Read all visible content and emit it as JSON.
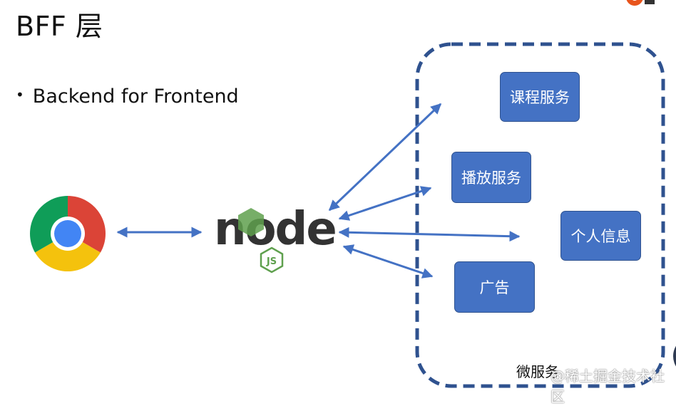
{
  "title": "BFF 层",
  "bullet": "Backend for Frontend",
  "services": [
    "课程服务",
    "播放服务",
    "个人信息",
    "广告"
  ],
  "group_label": "微服务",
  "watermark": "@稀土掘金技术社区",
  "node_logo": {
    "word": "node",
    "badge": "JS"
  },
  "colors": {
    "service_fill": "#4472c4",
    "arrow": "#4472c4",
    "dashed_border": "#2f528f",
    "node_dark": "#333333",
    "node_green": "#5fa04e"
  },
  "icons": [
    "chrome-icon",
    "nodejs-logo"
  ]
}
